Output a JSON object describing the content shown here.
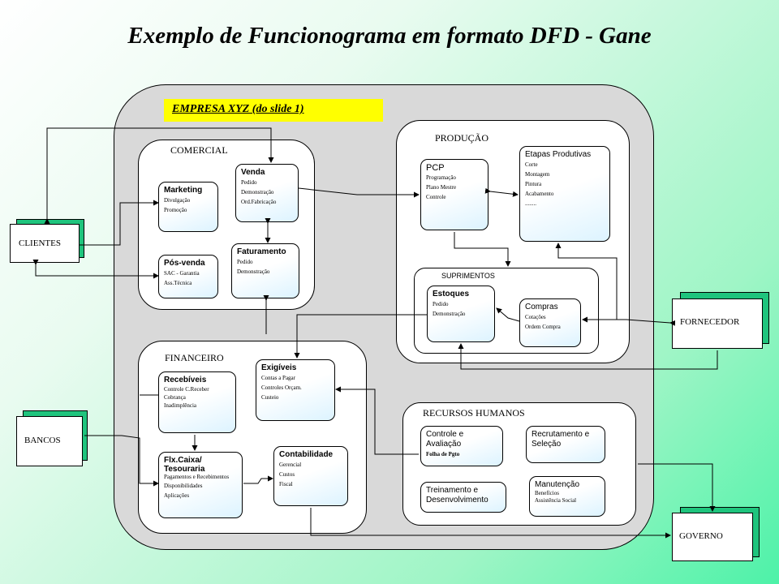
{
  "title": "Exemplo de Funcionograma em formato DFD - Gane",
  "company_banner": "EMPRESA XYZ  (do slide 1)",
  "entities": {
    "clientes": "CLIENTES",
    "fornecedor": "FORNECEDOR",
    "bancos": "BANCOS",
    "governo": "GOVERNO"
  },
  "sections": {
    "comercial": {
      "label": "COMERCIAL",
      "processes": {
        "marketing": {
          "title": "Marketing",
          "items": [
            "Divulgação",
            "Promoção"
          ]
        },
        "venda": {
          "title": "Venda",
          "items": [
            "Pedido",
            "Demonstração",
            "Ord.Fabricação"
          ]
        },
        "posvenda": {
          "title": "Pós-venda",
          "items": [
            "SAC - Garantia",
            "Ass.Técnica"
          ]
        },
        "faturamento": {
          "title": "Faturamento",
          "items": [
            "Pedido",
            "Demonstração"
          ]
        }
      }
    },
    "producao": {
      "label": "PRODUÇÃO",
      "processes": {
        "pcp": {
          "title": "PCP",
          "items": [
            "Programação",
            "Plano Mestre",
            "Controle"
          ]
        },
        "etapas": {
          "title": "Etapas Produtivas",
          "items": [
            "Corte",
            "Montagem",
            "Pintura",
            "Acabamento",
            "........"
          ]
        }
      },
      "suprimentos": {
        "label": "SUPRIMENTOS",
        "processes": {
          "estoques": {
            "title": "Estoques",
            "items": [
              "Pedido",
              "Demonstração"
            ]
          },
          "compras": {
            "title": "Compras",
            "items": [
              "Cotações",
              "Ordem Compra"
            ]
          }
        }
      }
    },
    "financeiro": {
      "label": "FINANCEIRO",
      "processes": {
        "recebiveis": {
          "title": "Recebíveis",
          "items": [
            "Controle C.Receber",
            "Cobrança",
            "Inadimplência"
          ]
        },
        "exigiveis": {
          "title": "Exigíveis",
          "items": [
            "Contas a Pagar",
            "Controles Orçam.",
            "Custeio"
          ]
        },
        "flxcaixa": {
          "title": "Flx.Caixa/ Tesouraria",
          "items": [
            "Pagamentos e Recebimentos",
            "Disponibilidades",
            "Aplicações"
          ]
        },
        "contabilidade": {
          "title": "Contabilidade",
          "items": [
            "Gerencial",
            "Custos",
            "Fiscal"
          ]
        }
      }
    },
    "rh": {
      "label": "RECURSOS HUMANOS",
      "processes": {
        "controle": {
          "title": "Controle e Avaliação",
          "items": [
            "Folha de Pgto"
          ]
        },
        "recrutamento": {
          "title": "Recrutamento e Seleção",
          "items": []
        },
        "treinamento": {
          "title": "Treinamento e Desenvolvimento",
          "items": []
        },
        "manutencao": {
          "title": "Manutenção",
          "items": [
            "Benefícios",
            "Assistência Social"
          ]
        }
      }
    }
  },
  "colors": {
    "banner": "#ffff00",
    "entity_shadow": "#1fc47d",
    "outer_frame": "#d9d9d9"
  }
}
